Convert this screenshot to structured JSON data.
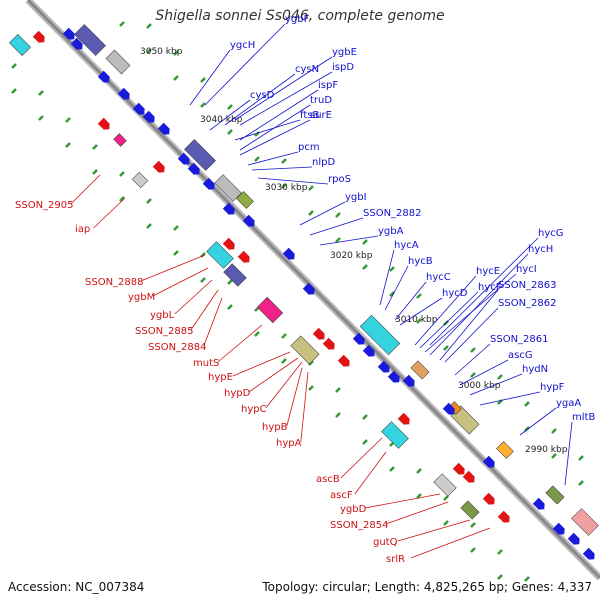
{
  "title": "Shigella sonnei Ss046, complete genome",
  "footer": {
    "accession": "Accession: NC_007384",
    "summary": "Topology: circular; Length: 4,825,265 bp; Genes: 4,337"
  },
  "colors": {
    "forward_label": "#cc1111",
    "reverse_label": "#1111cc",
    "backbone": "#888888",
    "ticks": "#339933"
  },
  "kbp_labels": [
    "3050 kbp",
    "3040 kbp",
    "3030 kbp",
    "3020 kbp",
    "3010 kbp",
    "3000 kbp",
    "2990 kbp"
  ],
  "blue_labels": [
    "ygbF",
    "ygcH",
    "cysN",
    "ygbE",
    "ispD",
    "cysD",
    "ftsB",
    "ispF",
    "truD",
    "surE",
    "pcm",
    "nlpD",
    "rpoS",
    "ygbI",
    "SSON_2882",
    "ygbA",
    "hycA",
    "hycB",
    "hycC",
    "hycD",
    "hycE",
    "hycF",
    "hycI",
    "hycH",
    "hycG",
    "SSON_2863",
    "SSON_2862",
    "SSON_2861",
    "ascG",
    "hydN",
    "hypF",
    "ygaA",
    "mltB"
  ],
  "red_labels": [
    "SSON_2905",
    "iap",
    "SSON_2888",
    "ygbM",
    "ygbL",
    "SSON_2885",
    "SSON_2884",
    "mutS",
    "hypE",
    "hypD",
    "hypC",
    "hypB",
    "hypA",
    "ascB",
    "ascF",
    "ygbD",
    "SSON_2854",
    "gutQ",
    "srlR"
  ]
}
